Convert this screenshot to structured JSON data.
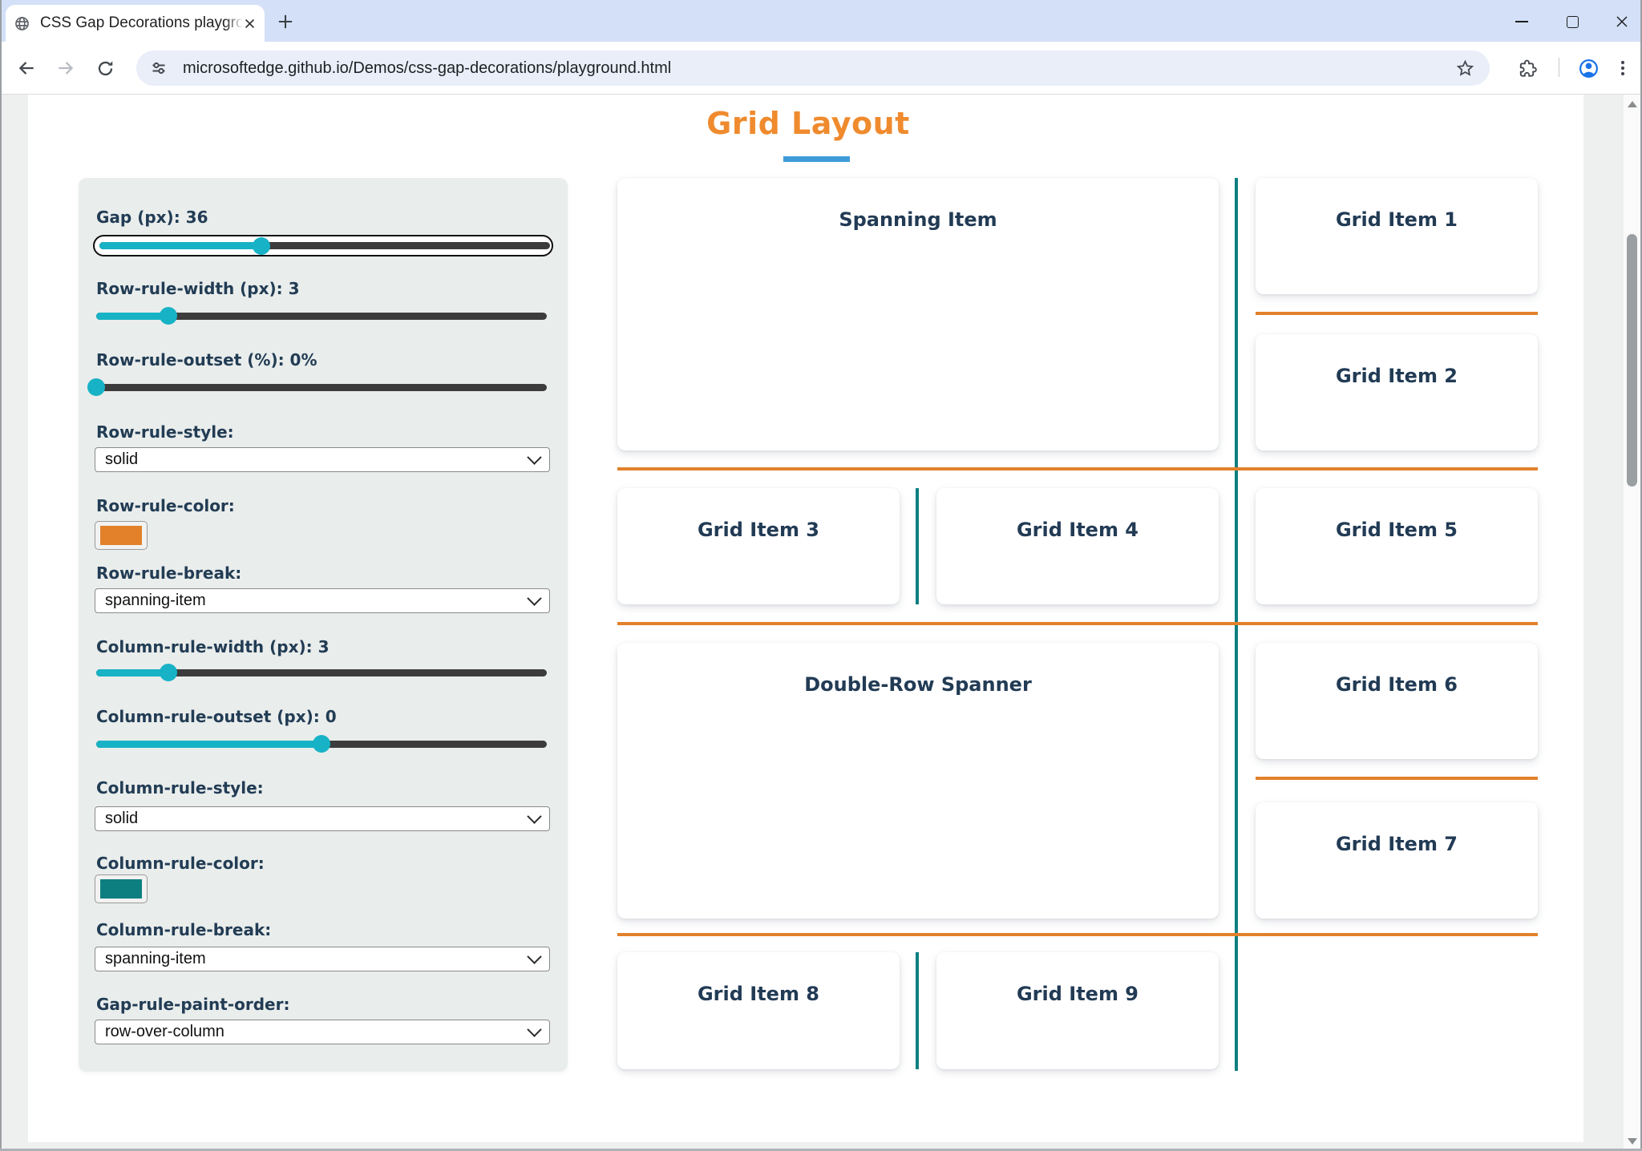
{
  "browser": {
    "tab_title": "CSS Gap Decorations playground",
    "url": "microsoftedge.github.io/Demos/css-gap-decorations/playground.html",
    "icons": [
      "globe-favicon",
      "close-tab-icon",
      "new-tab-icon",
      "minimize-icon",
      "maximize-icon",
      "close-window-icon",
      "back-icon",
      "forward-icon",
      "reload-icon",
      "site-info-icon",
      "bookmark-star-icon",
      "extensions-icon",
      "profile-icon",
      "menu-dots-icon"
    ]
  },
  "page": {
    "title": "Grid Layout",
    "title_color": "#ef8b2e",
    "title_underline_color": "#3e9bd9",
    "row_rule_color": "#e2812a",
    "column_rule_color": "#0d7f80",
    "panel_bg": "#e9edec",
    "slider_accent": "#17b2c5",
    "slider_track": "#3c3c3c"
  },
  "controls": {
    "gap": {
      "label": "Gap (px): 36",
      "percent": 36
    },
    "row_rule_width": {
      "label": "Row-rule-width (px): 3",
      "percent": 16
    },
    "row_rule_outset": {
      "label": "Row-rule-outset (%): 0%",
      "percent": 0
    },
    "row_rule_style": {
      "label": "Row-rule-style:",
      "value": "solid"
    },
    "row_rule_color": {
      "label": "Row-rule-color:",
      "value": "#e2812a"
    },
    "row_rule_break": {
      "label": "Row-rule-break:",
      "value": "spanning-item"
    },
    "column_rule_width": {
      "label": "Column-rule-width (px): 3",
      "percent": 16
    },
    "column_rule_outset": {
      "label": "Column-rule-outset (px): 0",
      "percent": 50
    },
    "column_rule_style": {
      "label": "Column-rule-style:",
      "value": "solid"
    },
    "column_rule_color": {
      "label": "Column-rule-color:",
      "value": "#0d7f80"
    },
    "column_rule_break": {
      "label": "Column-rule-break:",
      "value": "spanning-item"
    },
    "gap_rule_paint_order": {
      "label": "Gap-rule-paint-order:",
      "value": "row-over-column"
    }
  },
  "grid": {
    "items": [
      "Spanning Item",
      "Grid Item 1",
      "Grid Item 2",
      "Grid Item 3",
      "Grid Item 4",
      "Grid Item 5",
      "Double-Row Spanner",
      "Grid Item 6",
      "Grid Item 7",
      "Grid Item 8",
      "Grid Item 9"
    ]
  }
}
